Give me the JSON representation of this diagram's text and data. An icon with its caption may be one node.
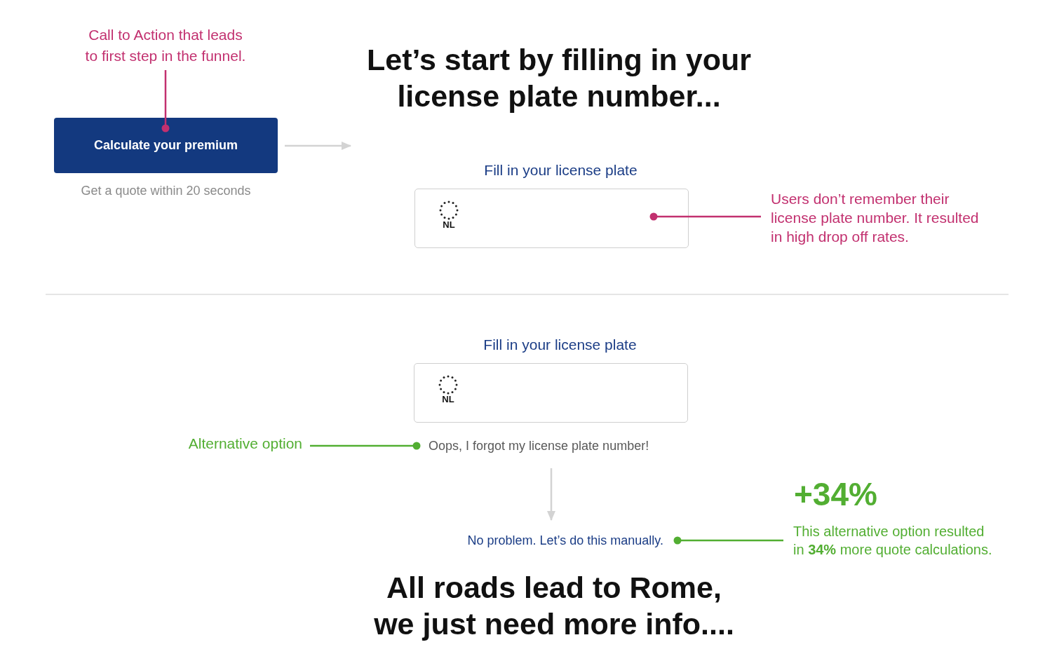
{
  "diagram": {
    "title": "Let’s start by filling in your license plate number...",
    "caption": "All roads lead to Rome, we just need more info....",
    "nodes": [
      {
        "text": [
          "Call to Action that leads to first step in the funnel."
        ]
      },
      {
        "text": [
          "Calculate your premium"
        ],
        "beside": [
          "Get a quote within 20 seconds"
        ]
      },
      {
        "text": [
          "Fill in your license plate",
          "NL"
        ]
      },
      {
        "text": [
          "Users don’t remember their license plate number. It resulted in high drop off rates."
        ]
      },
      {
        "text": [
          "Fill in your license plate",
          "NL"
        ]
      },
      {
        "text": [
          "Alternative option"
        ]
      },
      {
        "text": [
          "Oops, I forgot my license plate number!"
        ]
      },
      {
        "text": [
          "No problem. Let’s do this manually."
        ]
      },
      {
        "text": [
          "This alternative option resulted in **34%** more quote calculations."
        ]
      }
    ],
    "edges": [
      {
        "from": 0,
        "to": 1,
        "arrow": "other",
        "color": "#c2306f"
      },
      {
        "from": 1,
        "to": null,
        "arrow": "to",
        "color": "#d3d3d3"
      },
      {
        "from": 3,
        "to": 2,
        "arrow": "other",
        "color": "#c2306f"
      },
      {
        "from": 5,
        "to": 6,
        "arrow": "other",
        "color": "#52ae32"
      },
      {
        "from": 6,
        "to": 7,
        "arrow": "to",
        "color": "#d3d3d3"
      },
      {
        "from": 8,
        "to": 7,
        "arrow": "other",
        "color": "#52ae32"
      }
    ],
    "labels": [
      "+34%"
    ]
  }
}
